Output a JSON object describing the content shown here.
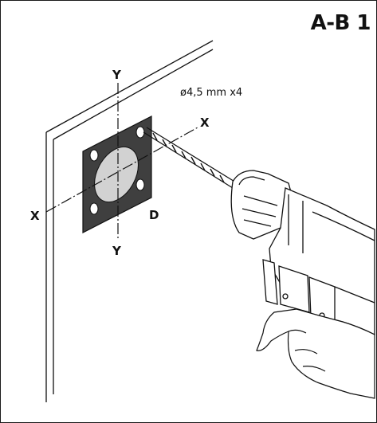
{
  "step_label": "A-B 1",
  "drill_spec": "ø4,5 mm x4",
  "axis_labels": {
    "x_top": "X",
    "x_bottom": "X",
    "y_top": "Y",
    "y_bottom": "Y"
  },
  "plate_label": "D",
  "colors": {
    "plate": "#3f3f3f",
    "oval": "#d2d2d2",
    "line": "#111111"
  }
}
